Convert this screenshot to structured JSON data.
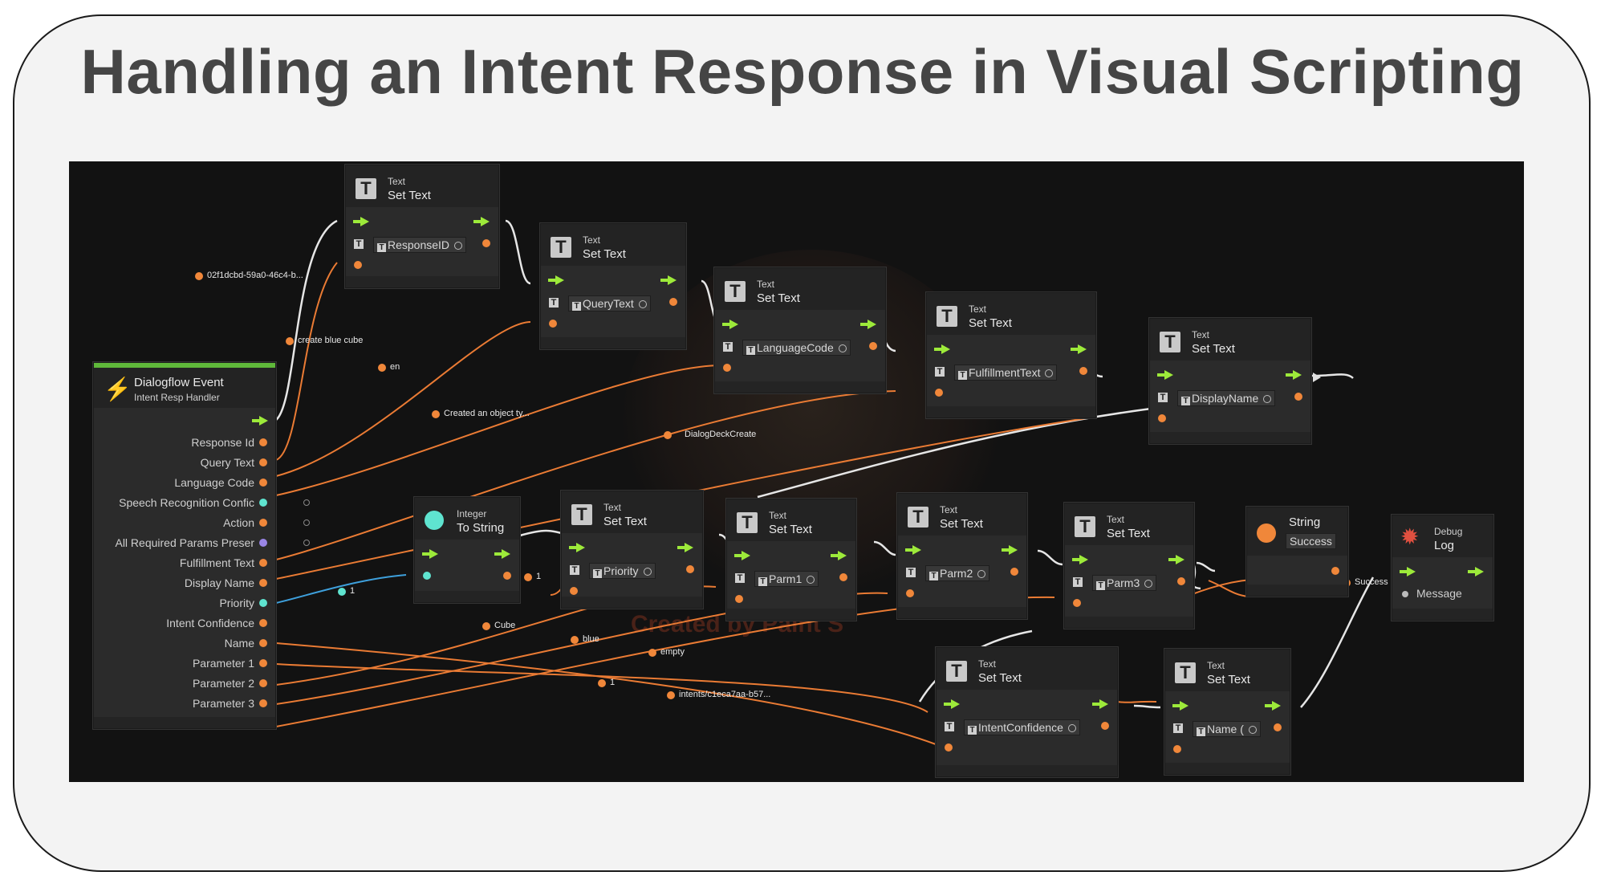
{
  "title": "Handling an Intent Response in Visual Scripting",
  "watermark": "Created by Paint S",
  "event_node": {
    "title": "Dialogflow Event",
    "subtitle": "Intent Resp Handler",
    "outputs": [
      "Response Id",
      "Query Text",
      "Language Code",
      "Speech Recognition Confic",
      "Action",
      "All Required Params Preser",
      "Fulfillment Text",
      "Display Name",
      "Priority",
      "Intent Confidence",
      "Name",
      "Parameter 1",
      "Parameter 2",
      "Parameter 3"
    ]
  },
  "set_text_nodes": [
    {
      "category": "Text",
      "title": "Set Text",
      "field": "ResponseID"
    },
    {
      "category": "Text",
      "title": "Set Text",
      "field": "QueryText"
    },
    {
      "category": "Text",
      "title": "Set Text",
      "field": "LanguageCode"
    },
    {
      "category": "Text",
      "title": "Set Text",
      "field": "FulfillmentText"
    },
    {
      "category": "Text",
      "title": "Set Text",
      "field": "DisplayName"
    },
    {
      "category": "Text",
      "title": "Set Text",
      "field": "Priority"
    },
    {
      "category": "Text",
      "title": "Set Text",
      "field": "Parm1"
    },
    {
      "category": "Text",
      "title": "Set Text",
      "field": "Parm2"
    },
    {
      "category": "Text",
      "title": "Set Text",
      "field": "Parm3"
    },
    {
      "category": "Text",
      "title": "Set Text",
      "field": "IntentConfidence"
    },
    {
      "category": "Text",
      "title": "Set Text",
      "field": "Name ("
    }
  ],
  "to_string_node": {
    "category": "Integer",
    "title": "To String"
  },
  "string_node": {
    "category": "String",
    "value": "Success"
  },
  "log_node": {
    "category": "Debug",
    "title": "Log",
    "input": "Message"
  },
  "wire_labels": {
    "response_id": "02f1dcbd-59a0-46c4-b...",
    "query_text": "create blue cube",
    "language": "en",
    "fulfillment": "Created an object ty...",
    "display_name": "DialogDeckCreate",
    "priority_int": "1",
    "priority_str": "1",
    "param1": "Cube",
    "param2": "blue",
    "param3": "empty",
    "confidence": "1",
    "name": "intents/c1eca7aa-b57...",
    "success": "Success"
  }
}
